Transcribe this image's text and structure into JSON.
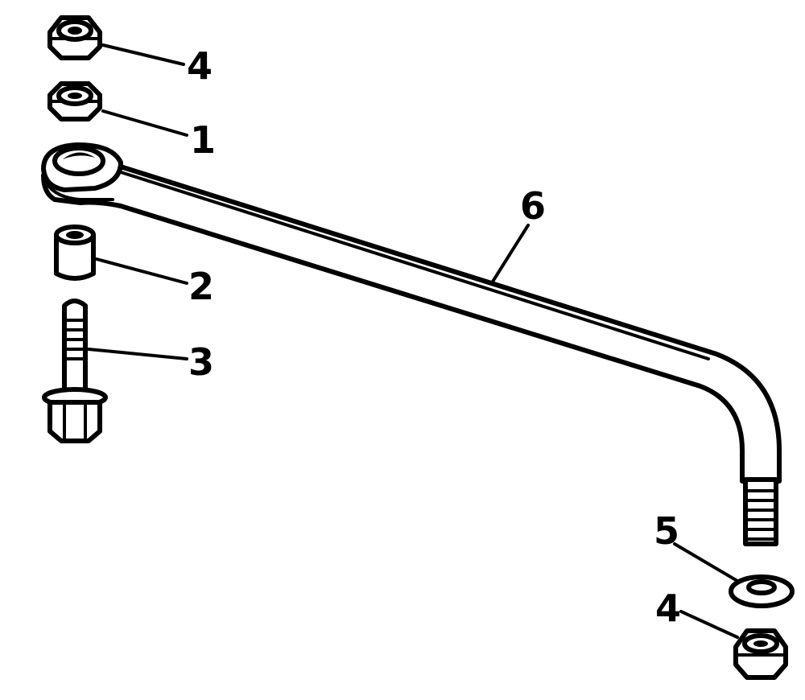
{
  "callouts": {
    "top_nut": "4",
    "flat_nut": "1",
    "spacer": "2",
    "bolt": "3",
    "link_rod": "6",
    "washer": "5",
    "bottom_nut": "4"
  }
}
